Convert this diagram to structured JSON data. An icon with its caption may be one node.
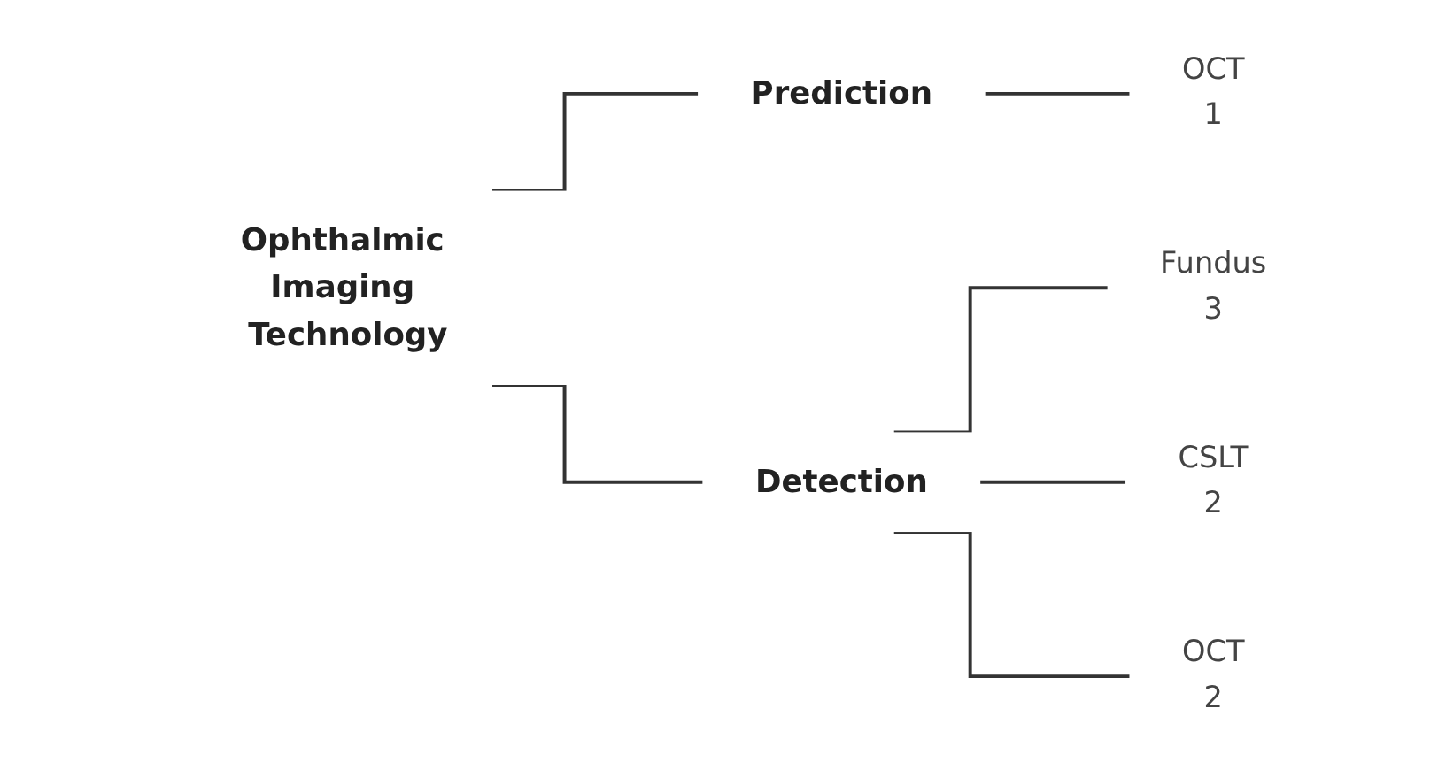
{
  "diagram": {
    "nodes": [
      {
        "text": [
          "Ophthalmic Imaging Technology"
        ]
      },
      {
        "text": [
          "Prediction"
        ]
      },
      {
        "text": [
          "OCT",
          "1"
        ]
      },
      {
        "text": [
          "Detection"
        ]
      },
      {
        "text": [
          "Fundus",
          "3"
        ]
      },
      {
        "text": [
          "CSLT",
          "2"
        ]
      },
      {
        "text": [
          "OCT",
          "2"
        ]
      }
    ],
    "edges": [
      {
        "from": 0,
        "to": 1,
        "arrow": "none"
      },
      {
        "from": 1,
        "to": 2,
        "arrow": "none"
      },
      {
        "from": 0,
        "to": 3,
        "arrow": "none"
      },
      {
        "from": 3,
        "to": 4,
        "arrow": "none"
      },
      {
        "from": 3,
        "to": 5,
        "arrow": "none"
      },
      {
        "from": 3,
        "to": 6,
        "arrow": "none"
      }
    ]
  }
}
